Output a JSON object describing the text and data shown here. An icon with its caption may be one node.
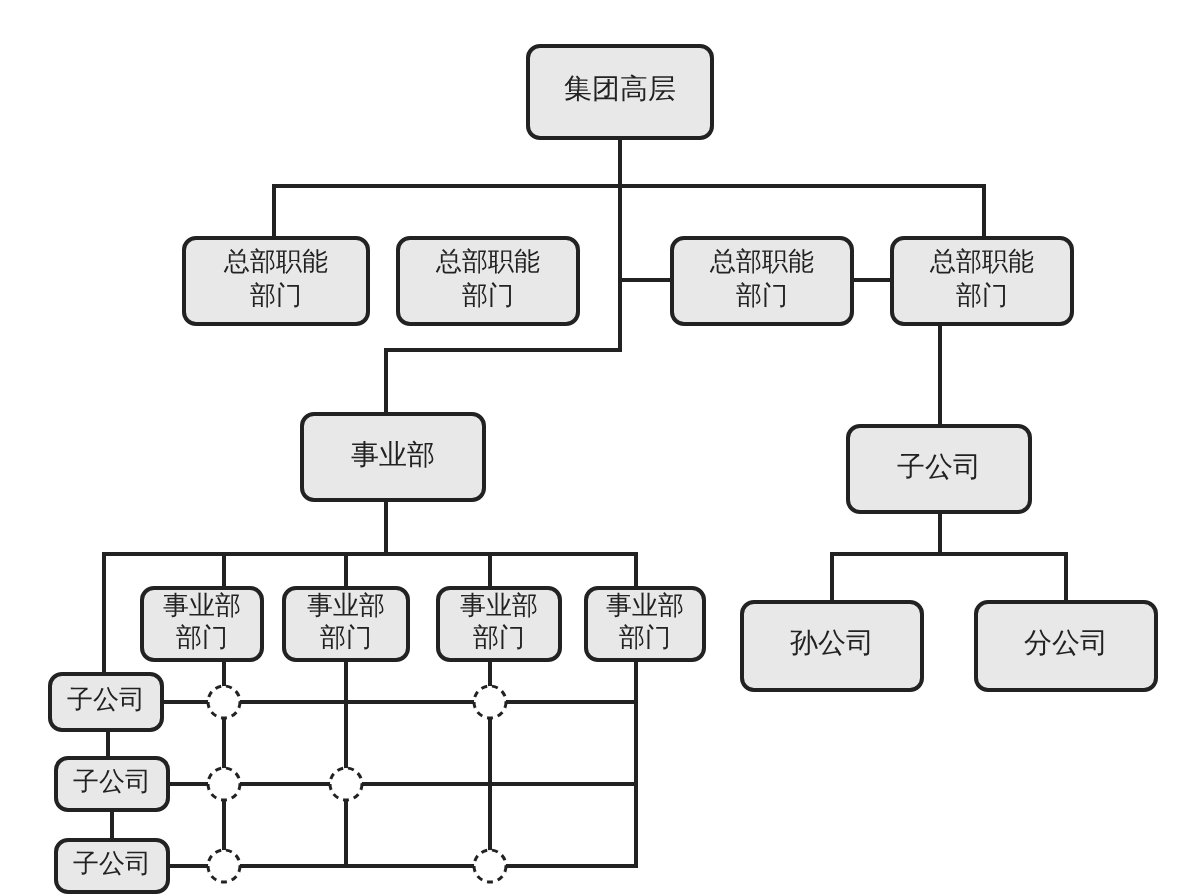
{
  "diagram": {
    "nodes": [
      {
        "text": [
          "集团高层"
        ]
      },
      {
        "text": [
          "总部职能部门"
        ]
      },
      {
        "text": [
          "总部职能部门"
        ]
      },
      {
        "text": [
          "总部职能部门"
        ]
      },
      {
        "text": [
          "总部职能部门"
        ]
      },
      {
        "text": [
          "事业部"
        ]
      },
      {
        "text": [
          "子公司"
        ]
      },
      {
        "text": [
          "事业部部门"
        ]
      },
      {
        "text": [
          "事业部部门"
        ]
      },
      {
        "text": [
          "事业部部门"
        ]
      },
      {
        "text": [
          "事业部部门"
        ]
      },
      {
        "text": [
          "孙公司"
        ]
      },
      {
        "text": [
          "分公司"
        ]
      },
      {
        "text": [
          "子公司"
        ]
      },
      {
        "text": [
          "子公司"
        ]
      },
      {
        "text": [
          "子公司"
        ]
      }
    ],
    "edges": [
      {
        "from": 0,
        "to": 1,
        "arrow": "none"
      },
      {
        "from": 0,
        "to": 4,
        "arrow": "none"
      },
      {
        "from": 0,
        "to": 5,
        "arrow": "none"
      },
      {
        "from": 0,
        "to": 3,
        "arrow": "none"
      },
      {
        "from": 3,
        "to": 4,
        "arrow": "none"
      },
      {
        "from": 4,
        "to": 6,
        "arrow": "none"
      },
      {
        "from": 5,
        "to": 7,
        "arrow": "none"
      },
      {
        "from": 5,
        "to": 8,
        "arrow": "none"
      },
      {
        "from": 5,
        "to": 9,
        "arrow": "none"
      },
      {
        "from": 5,
        "to": 10,
        "arrow": "none"
      },
      {
        "from": 5,
        "to": 13,
        "arrow": "none"
      },
      {
        "from": 13,
        "to": 14,
        "arrow": "none"
      },
      {
        "from": 14,
        "to": 15,
        "arrow": "none"
      },
      {
        "from": 6,
        "to": 11,
        "arrow": "none"
      },
      {
        "from": 6,
        "to": 12,
        "arrow": "none"
      },
      {
        "from": 13,
        "to": 10,
        "arrow": "none"
      },
      {
        "from": 14,
        "to": 10,
        "arrow": "none"
      },
      {
        "from": 15,
        "to": 10,
        "arrow": "none"
      },
      {
        "from": 7,
        "to": 15,
        "arrow": "none"
      },
      {
        "from": 8,
        "to": 15,
        "arrow": "none"
      },
      {
        "from": 9,
        "to": 15,
        "arrow": "none"
      }
    ]
  }
}
